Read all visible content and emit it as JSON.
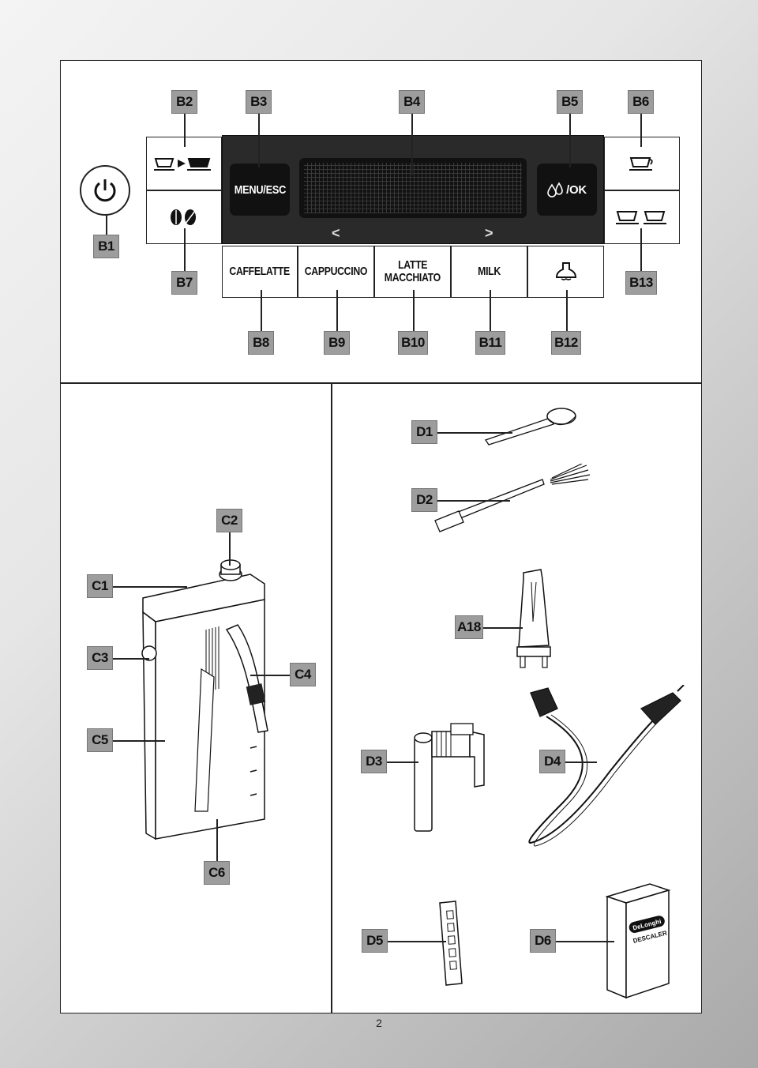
{
  "labels": {
    "B1": "B1",
    "B2": "B2",
    "B3": "B3",
    "B4": "B4",
    "B5": "B5",
    "B6": "B6",
    "B7": "B7",
    "B8": "B8",
    "B9": "B9",
    "B10": "B10",
    "B11": "B11",
    "B12": "B12",
    "B13": "B13",
    "C1": "C1",
    "C2": "C2",
    "C3": "C3",
    "C4": "C4",
    "C5": "C5",
    "C6": "C6",
    "D1": "D1",
    "D2": "D2",
    "D3": "D3",
    "D4": "D4",
    "D5": "D5",
    "D6": "D6",
    "A18": "A18"
  },
  "panel": {
    "menu_esc": "MENU/ESC",
    "ok": "/OK",
    "left_arrow": "<",
    "right_arrow": ">"
  },
  "buttons": {
    "caffelatte": "CAFFELATTE",
    "cappuccino": "CAPPUCCINO",
    "latte_macchiato_1": "LATTE",
    "latte_macchiato_2": "MACCHIATO",
    "milk": "MILK"
  },
  "icons": {
    "power": "power-icon",
    "cup_transfer": "cup-arrow-cup-icon",
    "beans": "coffee-beans-icon",
    "single_cup": "single-cup-icon",
    "double_cup": "double-cup-icon",
    "drops": "water-drops-icon",
    "steam": "steam-nozzle-icon"
  },
  "descaler": {
    "brand": "DeLonghi",
    "product": "DESCALER"
  },
  "page_number": "2"
}
